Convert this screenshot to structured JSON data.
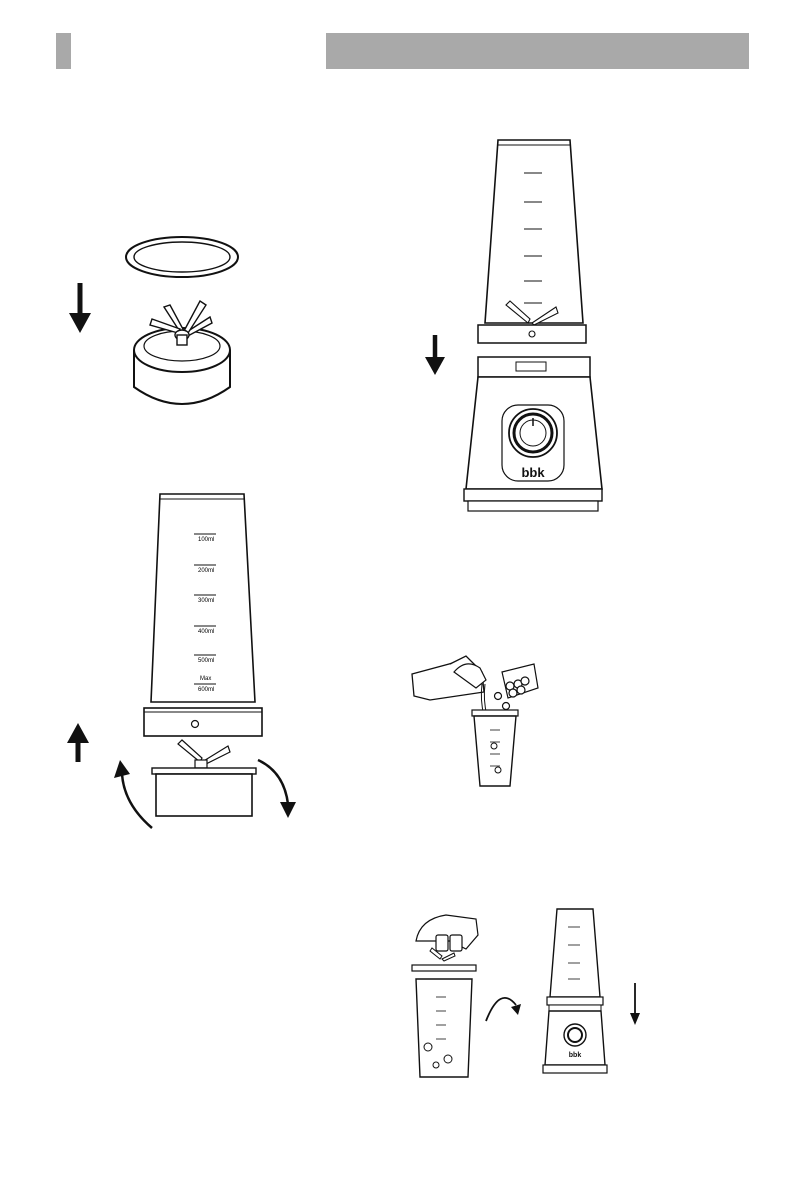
{
  "header": {
    "left_tab_color": "#a9a9a9",
    "right_bar_color": "#a9a9a9"
  },
  "brand": "BBK",
  "jar": {
    "marks": [
      "100ml",
      "200ml",
      "300ml",
      "400ml",
      "500ml",
      "600ml"
    ],
    "max_label": "Max"
  },
  "icons": [
    "down-arrow-icon",
    "up-arrow-icon",
    "rotate-left-arrow-icon",
    "rotate-right-arrow-icon",
    "curved-arrow-icon"
  ]
}
